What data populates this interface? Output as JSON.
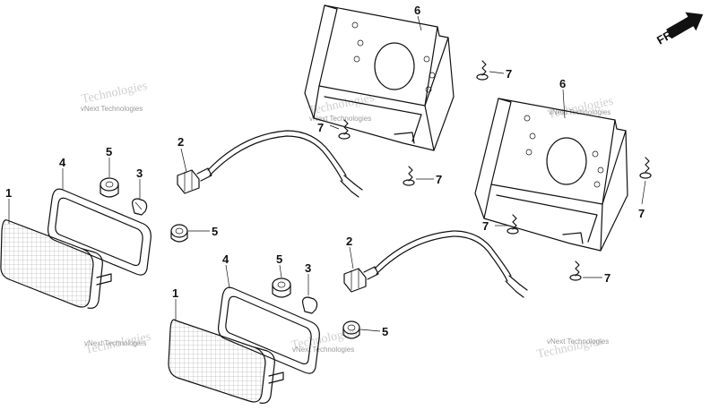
{
  "direction_label": "FR.",
  "watermark": "vNext Technologies",
  "callouts": [
    {
      "id": "c1a",
      "text": "1"
    },
    {
      "id": "c1b",
      "text": "1"
    },
    {
      "id": "c2a",
      "text": "2"
    },
    {
      "id": "c2b",
      "text": "2"
    },
    {
      "id": "c3a",
      "text": "3"
    },
    {
      "id": "c3b",
      "text": "3"
    },
    {
      "id": "c4a",
      "text": "4"
    },
    {
      "id": "c4b",
      "text": "4"
    },
    {
      "id": "c5a",
      "text": "5"
    },
    {
      "id": "c5b",
      "text": "5"
    },
    {
      "id": "c5c",
      "text": "5"
    },
    {
      "id": "c5d",
      "text": "5"
    },
    {
      "id": "c6a",
      "text": "6"
    },
    {
      "id": "c6b",
      "text": "6"
    },
    {
      "id": "c7a",
      "text": "7"
    },
    {
      "id": "c7b",
      "text": "7"
    },
    {
      "id": "c7c",
      "text": "7"
    },
    {
      "id": "c7d",
      "text": "7"
    },
    {
      "id": "c7e",
      "text": "7"
    },
    {
      "id": "c7f",
      "text": "7"
    }
  ]
}
